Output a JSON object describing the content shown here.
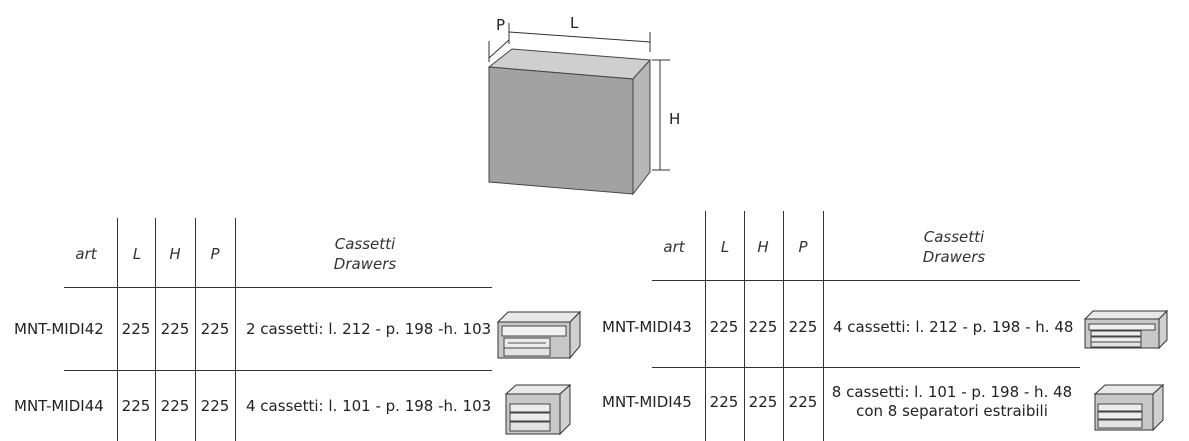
{
  "cube": {
    "p_label": "P",
    "l_label": "L",
    "h_label": "H"
  },
  "headers": {
    "art": "art",
    "l": "L",
    "h": "H",
    "p": "P",
    "drawers_it": "Cassetti",
    "drawers_en": "Drawers"
  },
  "left_table": {
    "rows": [
      {
        "art": "MNT-MIDI42",
        "l": "225",
        "h": "225",
        "p": "225",
        "desc": "2 cassetti: l. 212 - p. 198 -h. 103",
        "drawers": 2
      },
      {
        "art": "MNT-MIDI44",
        "l": "225",
        "h": "225",
        "p": "225",
        "desc": "4 cassetti: l. 101 - p. 198 -h. 103",
        "drawers": 4
      }
    ]
  },
  "right_table": {
    "rows": [
      {
        "art": "MNT-MIDI43",
        "l": "225",
        "h": "225",
        "p": "225",
        "desc": "4 cassetti: l. 212 - p. 198 - h. 48",
        "drawers": 4
      },
      {
        "art": "MNT-MIDI45",
        "l": "225",
        "h": "225",
        "p": "225",
        "desc": "8 cassetti: l. 101 - p. 198 - h.  48",
        "desc2": "con 8 separatori estraibili",
        "drawers": 8
      }
    ]
  }
}
